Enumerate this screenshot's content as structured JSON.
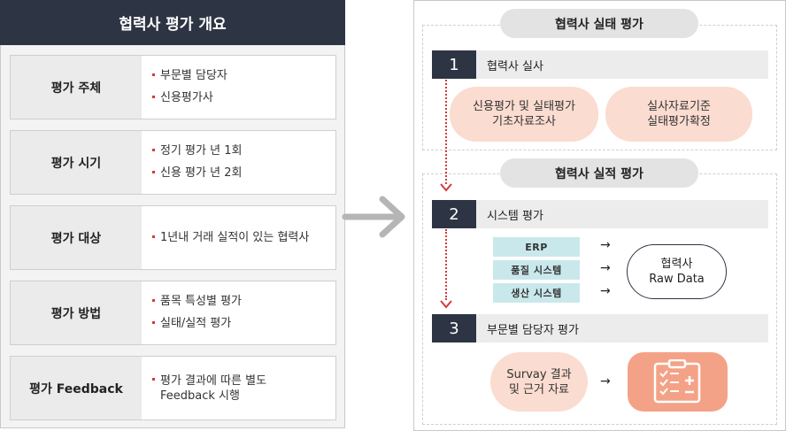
{
  "left": {
    "title": "협력사 평가 개요",
    "rows": [
      {
        "label": "평가 주체",
        "items": [
          "부문별 담당자",
          "신용평가사"
        ]
      },
      {
        "label": "평가 시기",
        "items": [
          "정기 평가 년 1회",
          "신용 평가 년 2회"
        ]
      },
      {
        "label": "평가 대상",
        "items": [
          "1년내 거래 실적이 있는 협력사"
        ]
      },
      {
        "label": "평가 방법",
        "items": [
          "품목 특성별 평가",
          "실태/실적 평가"
        ]
      },
      {
        "label": "평가  Feedback",
        "items": [
          "평가 결과에 따른 별도\nFeedback 시행"
        ]
      }
    ]
  },
  "right": {
    "section1_title": "협력사 실태 평가",
    "section2_title": "협력사 실적 평가",
    "step1": {
      "num": "1",
      "label": "협력사 실사"
    },
    "step2": {
      "num": "2",
      "label": "시스템 평가"
    },
    "step3": {
      "num": "3",
      "label": "부문별 담당자 평가"
    },
    "step1_pills": [
      "신용평가 및 실태평가\n기초자료조사",
      "실사자료기준\n실태평가확정"
    ],
    "systems": [
      "ERP",
      "품질  시스템",
      "생산  시스템"
    ],
    "raw_data": "협력사\nRaw Data",
    "survey": "Survay 결과\n및 근거 자료",
    "arrow_glyph": "→",
    "icon": "checklist-plus-minus-icon"
  },
  "colors": {
    "navy": "#2d3444",
    "accent_red": "#d23a3a",
    "salmon": "#f4a287",
    "soft_pink": "#fbdcd0",
    "light_cyan": "#c9e8ec"
  }
}
